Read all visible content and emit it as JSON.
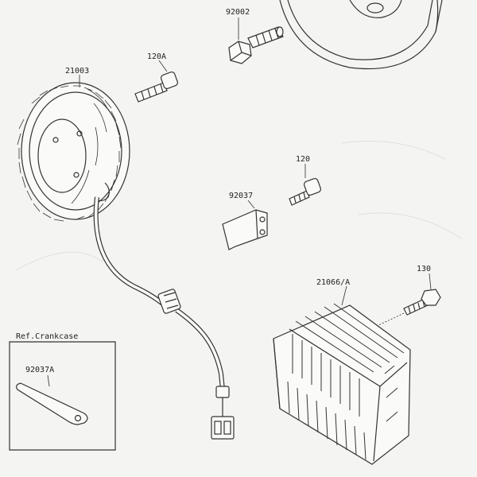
{
  "parts": {
    "flywheel_bolt": "92002",
    "stator": "21003",
    "stator_screw": "120A",
    "regulator_screw": "120",
    "clamp": "92037",
    "regulator": "21066/A",
    "regulator_bolt": "130",
    "ref_clamp": "92037A"
  },
  "reference": {
    "title": "Ref.Crankcase"
  }
}
